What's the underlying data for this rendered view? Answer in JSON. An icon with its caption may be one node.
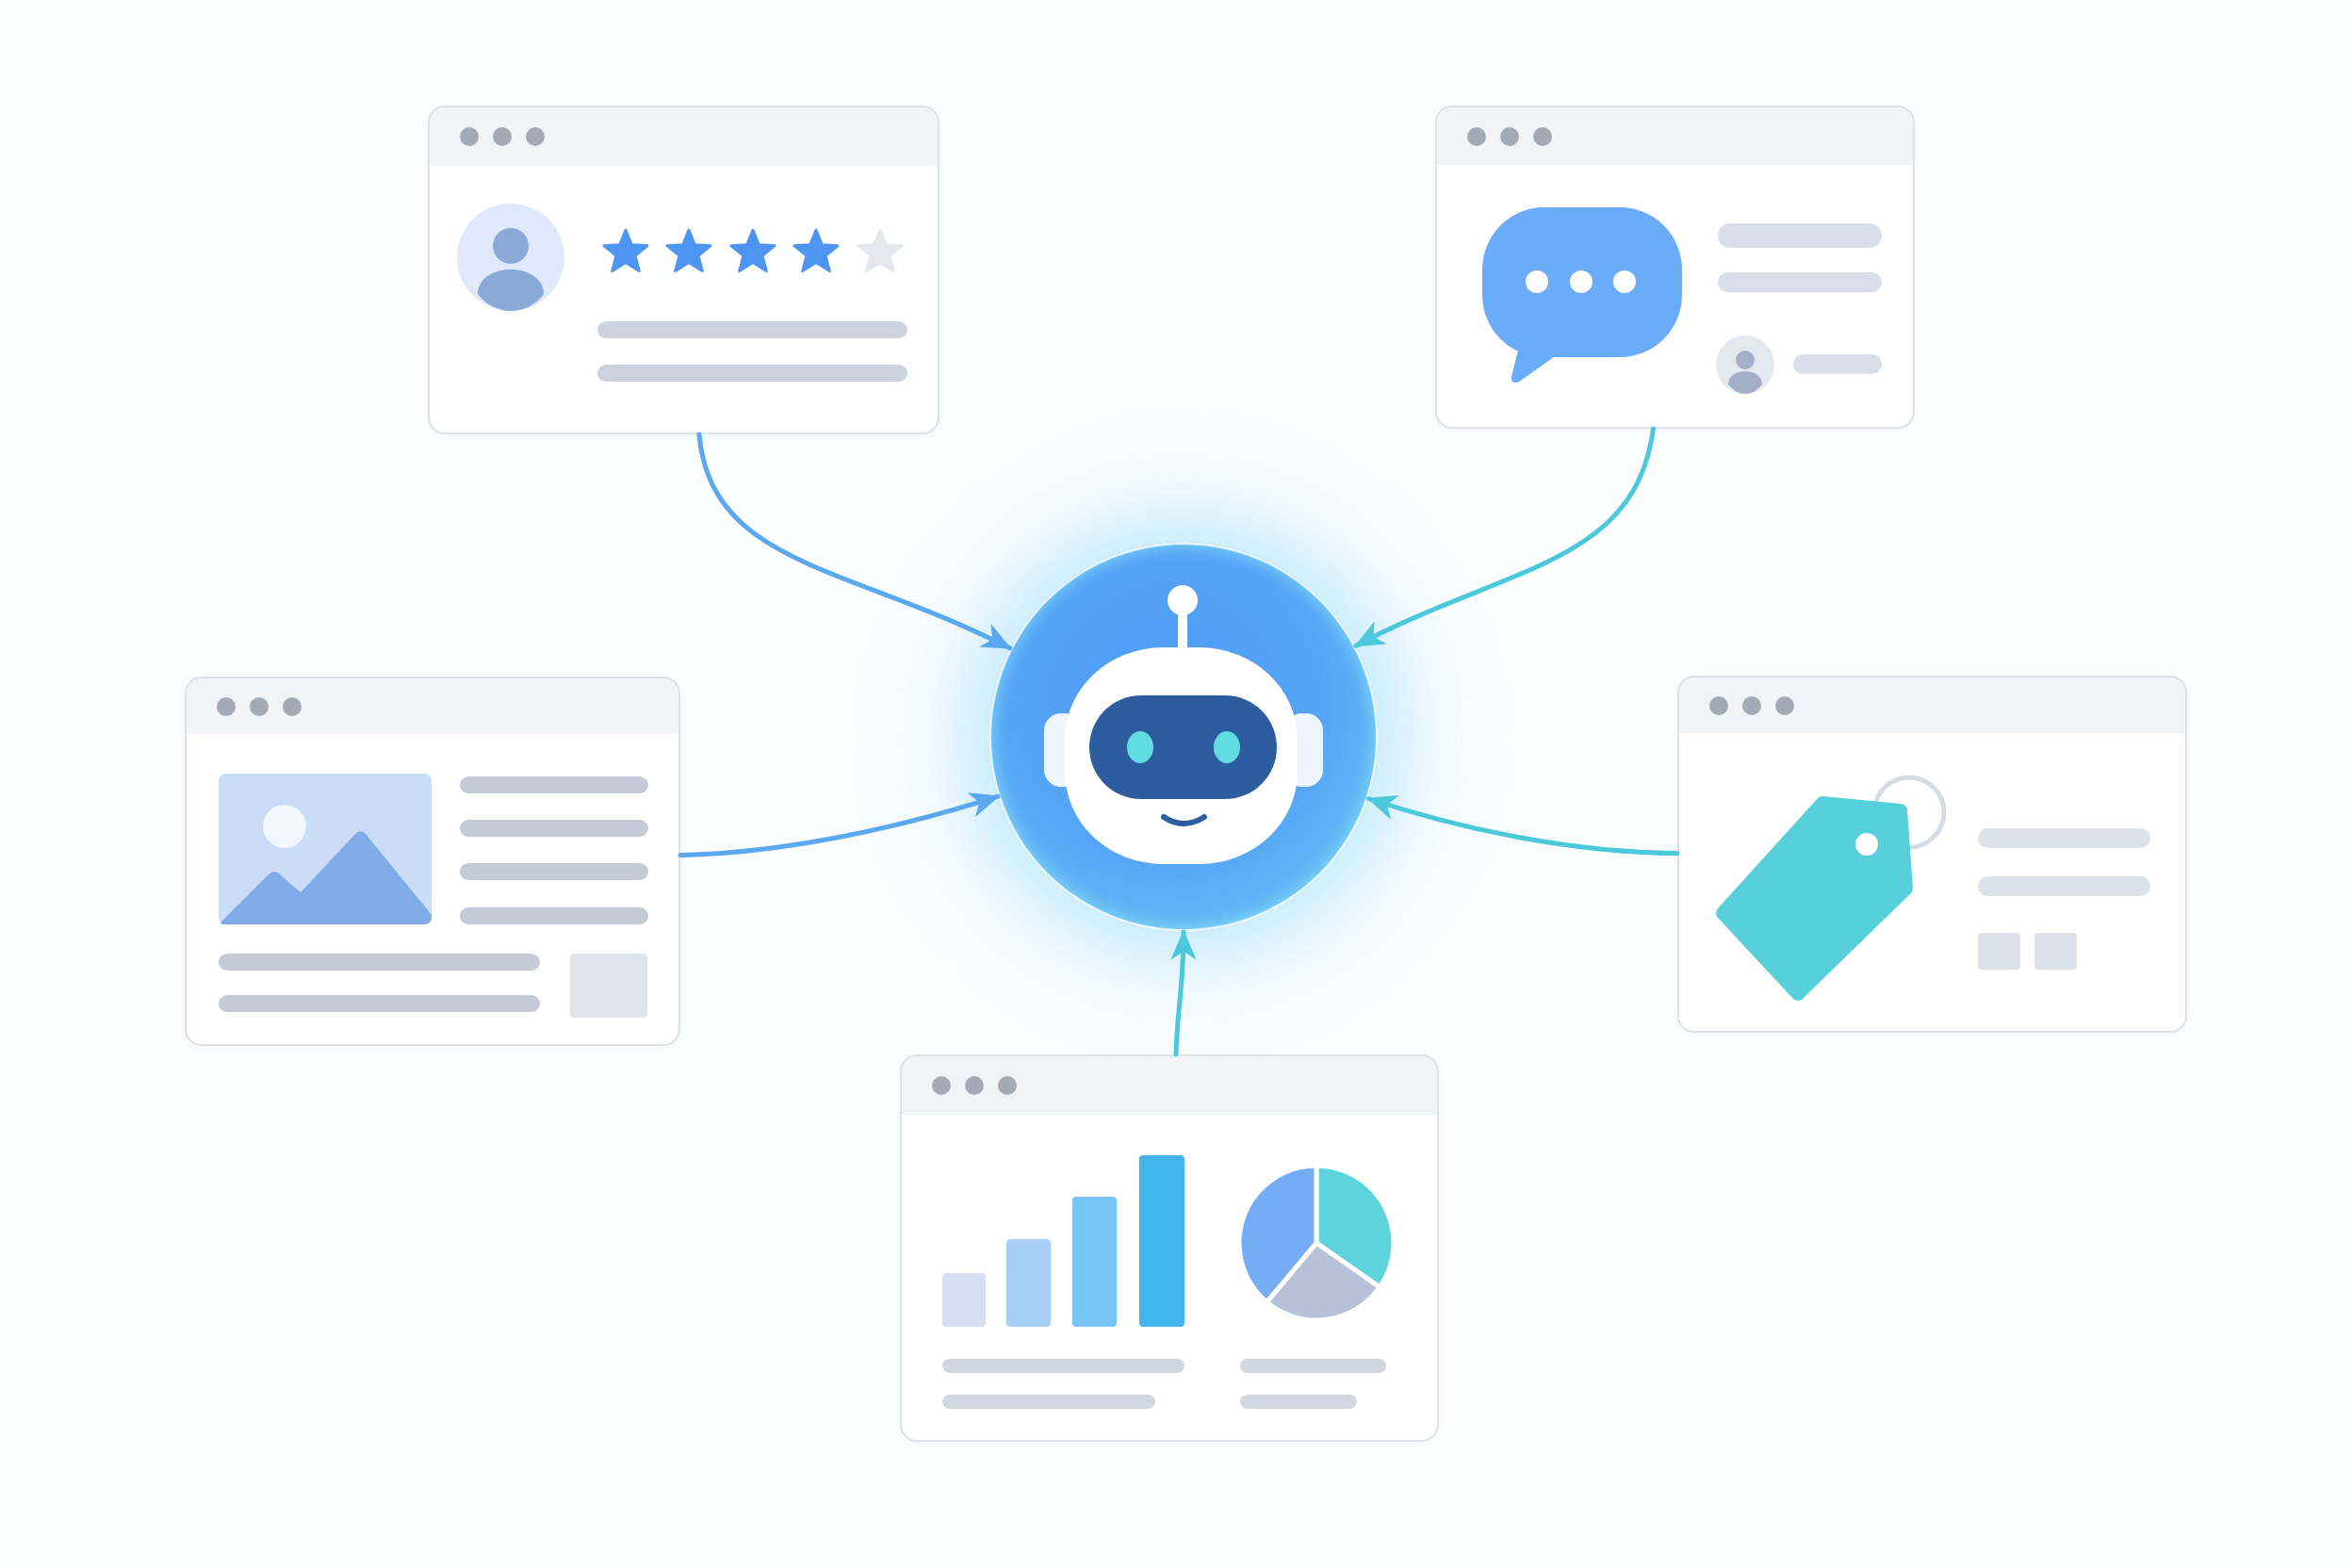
{
  "diagram": {
    "nodes": [
      {
        "text": [],
        "shape": "picture"
      },
      {
        "text": [],
        "shape": "picture"
      },
      {
        "text": [],
        "shape": "picture"
      },
      {
        "text": [],
        "shape": "circle"
      },
      {
        "text": [],
        "shape": "picture"
      },
      {
        "text": [],
        "shape": "picture"
      }
    ],
    "edges": [
      {
        "from": 0,
        "to": 3,
        "arrow": "to",
        "color": "#5aa8f0"
      },
      {
        "from": 1,
        "to": 3,
        "arrow": "to"
      },
      {
        "from": 2,
        "to": 3,
        "arrow": "to",
        "color": "#5aa8f0"
      },
      {
        "from": 4,
        "to": 3,
        "arrow": "to"
      },
      {
        "from": 5,
        "to": 3,
        "arrow": "to"
      }
    ]
  }
}
